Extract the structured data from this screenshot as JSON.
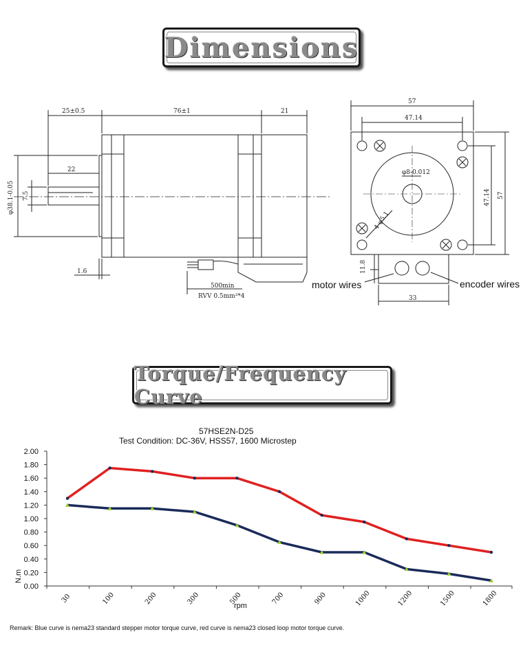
{
  "titles": {
    "dimensions": "Dimensions",
    "torque": "Torque/Frequency Curve"
  },
  "drawing": {
    "side_view": {
      "dim_pilot": "25±0.5",
      "dim_body": "76±1",
      "dim_rear": "21",
      "dim_shaft": "22",
      "dim_pilot_dia": "φ38.1-0.05",
      "dim_flat": "7.5",
      "dim_flange": "1.6",
      "cable_length": "500min",
      "cable_spec": "RVV 0.5mm²*4"
    },
    "front_view": {
      "dim_width": "57",
      "dim_hole_spacing": "47.14",
      "dim_height": "57",
      "dim_hole_spacing_v": "47.14",
      "dim_shaft_dia": "φ8-0.012",
      "dim_holes": "4-φ5.1",
      "dim_box_h": "11.8",
      "dim_box_w": "33",
      "label_motor_wires": "motor wires",
      "label_encoder_wires": "encoder wires"
    }
  },
  "chart_header": {
    "model": "57HSE2N-D25",
    "condition": "Test Condition:   DC-36V,  HSS57,  1600 Microstep"
  },
  "remark": "Remark: Blue curve is nema23 standard stepper motor torque curve, red curve is nema23 closed loop motor torque curve.",
  "chart_data": {
    "type": "line",
    "categories": [
      "30",
      "100",
      "200",
      "300",
      "500",
      "700",
      "900",
      "1000",
      "1200",
      "1500",
      "1800"
    ],
    "xlabel": "rpm",
    "ylabel": "N.m",
    "ylim": [
      0,
      2
    ],
    "yticks": [
      "0.00",
      "0.20",
      "0.40",
      "0.60",
      "0.80",
      "1.00",
      "1.20",
      "1.40",
      "1.60",
      "1.80",
      "2.00"
    ],
    "series": [
      {
        "color": "#e02020",
        "values": [
          1.3,
          1.75,
          1.7,
          1.6,
          1.6,
          1.4,
          1.05,
          0.95,
          0.7,
          0.6,
          0.5
        ]
      },
      {
        "color": "#1a2a5a",
        "values": [
          1.2,
          1.15,
          1.15,
          1.1,
          0.9,
          0.65,
          0.5,
          0.5,
          0.25,
          0.18,
          0.08
        ]
      }
    ]
  }
}
